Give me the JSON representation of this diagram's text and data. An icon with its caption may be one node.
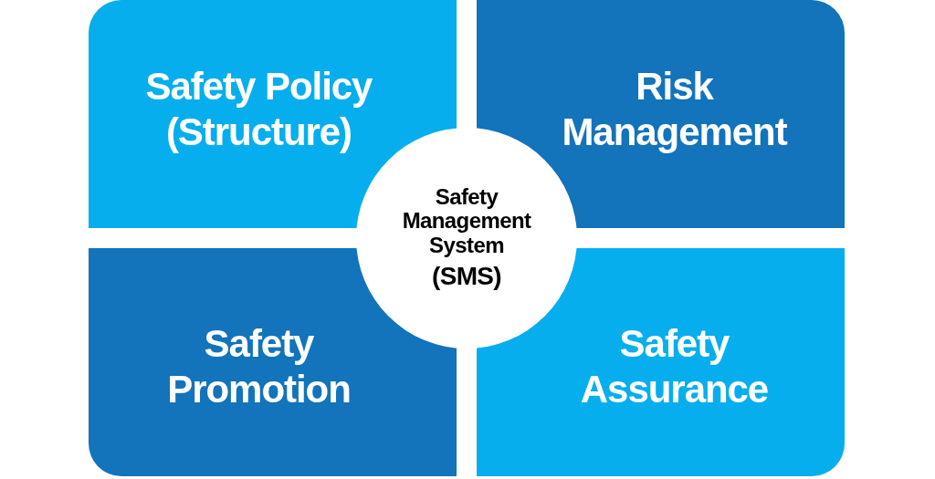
{
  "diagram": {
    "nodes": [
      {
        "text": [
          "Safety Policy (Structure)"
        ]
      },
      {
        "text": [
          "Risk Management"
        ]
      },
      {
        "text": [
          "Safety Management System",
          "(SMS)"
        ]
      },
      {
        "text": [
          "Safety Promotion"
        ]
      },
      {
        "text": [
          "Safety Assurance"
        ]
      }
    ]
  }
}
